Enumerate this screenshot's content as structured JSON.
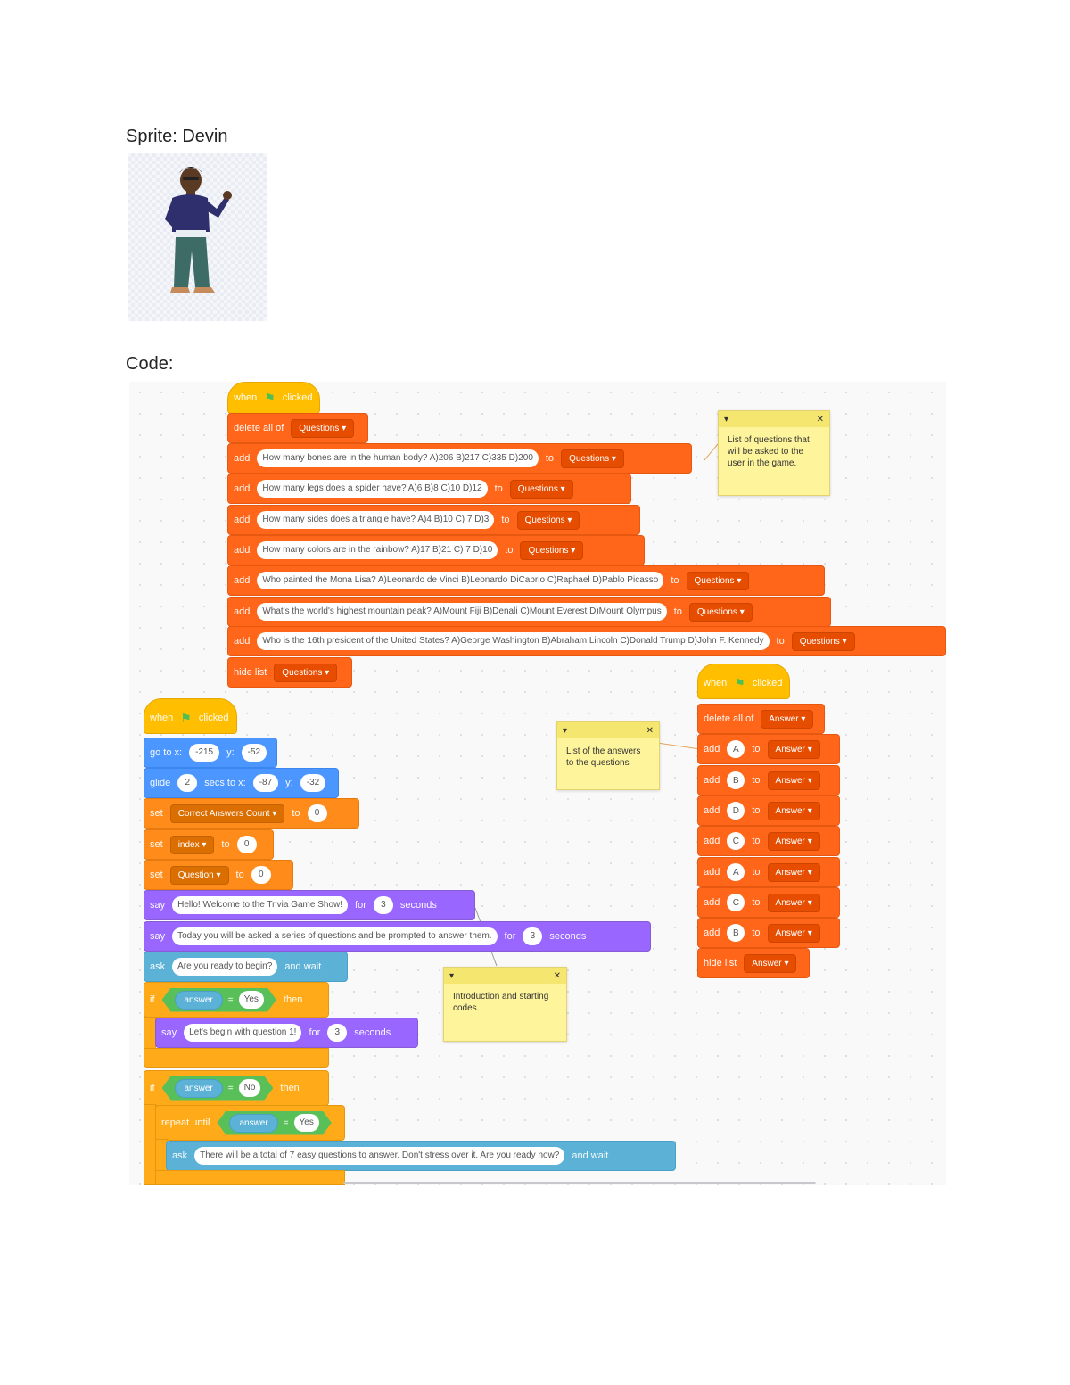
{
  "doc": {
    "sprite_heading": "Sprite: Devin",
    "code_heading": "Code:"
  },
  "common": {
    "when": "when",
    "clicked": "clicked",
    "add": "add",
    "to": "to",
    "delete_all": "delete all of",
    "hide_list": "hide list",
    "set": "set",
    "say": "say",
    "for": "for",
    "seconds": "seconds",
    "ask": "ask",
    "and_wait": "and wait",
    "if": "if",
    "then": "then",
    "repeat_until": "repeat until",
    "eq": "=",
    "go_to_x": "go to x:",
    "y": "y:",
    "glide": "glide",
    "secs_to_x": "secs to x:",
    "answer": "answer"
  },
  "questions_script": {
    "list": "Questions",
    "items": [
      "How many bones are in the human body? A)206  B)217  C)335  D)200",
      "How many legs does a spider have? A)6  B)8  C)10  D)12",
      "How many sides does a triangle have? A)4  B)10  C) 7  D)3",
      "How many colors are in the rainbow? A)17  B)21  C) 7  D)10",
      "Who painted the Mona Lisa? A)Leonardo de Vinci B)Leonardo DiCaprio C)Raphael D)Pablo Picasso",
      "What's the world's highest mountain peak? A)Mount Fiji B)Denali C)Mount Everest D)Mount Olympus",
      "Who is the 16th president of the United States? A)George Washington B)Abraham  Lincoln C)Donald Trump D)John F. Kennedy"
    ]
  },
  "answers_script": {
    "list": "Answer",
    "letters": [
      "A",
      "B",
      "D",
      "C",
      "A",
      "C",
      "B"
    ]
  },
  "intro_script": {
    "goto_x": "-215",
    "goto_y": "-52",
    "glide_secs": "2",
    "glide_x": "-87",
    "glide_y": "-32",
    "var_correct": "Correct Answers Count",
    "val_correct": "0",
    "var_index": "index",
    "val_index": "0",
    "var_question": "Question",
    "val_question": "0",
    "say1": "Hello! Welcome to the Trivia Game Show!",
    "say1_secs": "3",
    "say2": "Today you will be asked a series of questions and be prompted to answer them.",
    "say2_secs": "3",
    "ask1": "Are you ready to begin?",
    "if1_value": "Yes",
    "say3": "Let's begin with question 1!",
    "say3_secs": "3",
    "if2_value": "No",
    "repeat_value": "Yes",
    "ask2": "There will be a total of 7 easy questions to answer. Don't stress over it. Are you ready now?"
  },
  "notes": {
    "questions_note": "List of questions that will be asked to the user in the game.",
    "answers_note": "List of the answers to the questions",
    "intro_note": "Introduction and starting codes."
  },
  "icons": {
    "flag": "green-flag-icon",
    "close": "close-icon",
    "collapse": "collapse-arrow-icon",
    "dropdown": "dropdown-arrow-icon"
  }
}
